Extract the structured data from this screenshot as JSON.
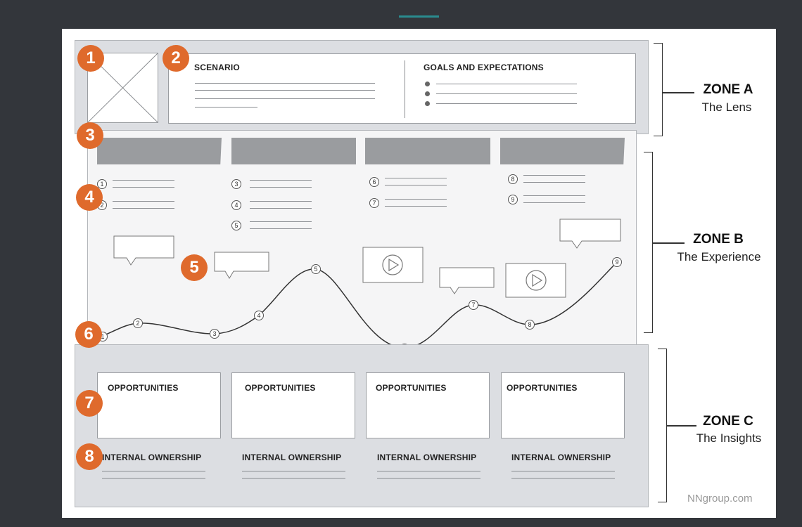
{
  "header": {
    "scenario_label": "SCENARIO",
    "goals_label": "GOALS AND EXPECTATIONS"
  },
  "badges": [
    "1",
    "2",
    "3",
    "4",
    "5",
    "6",
    "7",
    "8"
  ],
  "action_numbers": [
    "1",
    "2",
    "3",
    "4",
    "5",
    "6",
    "7",
    "8",
    "9"
  ],
  "insights": {
    "opportunities_label": "OPPORTUNITIES",
    "ownership_label": "INTERNAL OWNERSHIP"
  },
  "zones": [
    {
      "title": "ZONE A",
      "subtitle": "The Lens"
    },
    {
      "title": "ZONE B",
      "subtitle": "The Experience"
    },
    {
      "title": "ZONE C",
      "subtitle": "The Insights"
    }
  ],
  "footer": "NNgroup.com",
  "colors": {
    "badge": "#df6a2c",
    "background": "#33363b",
    "accent_line": "#2a8c8f"
  }
}
